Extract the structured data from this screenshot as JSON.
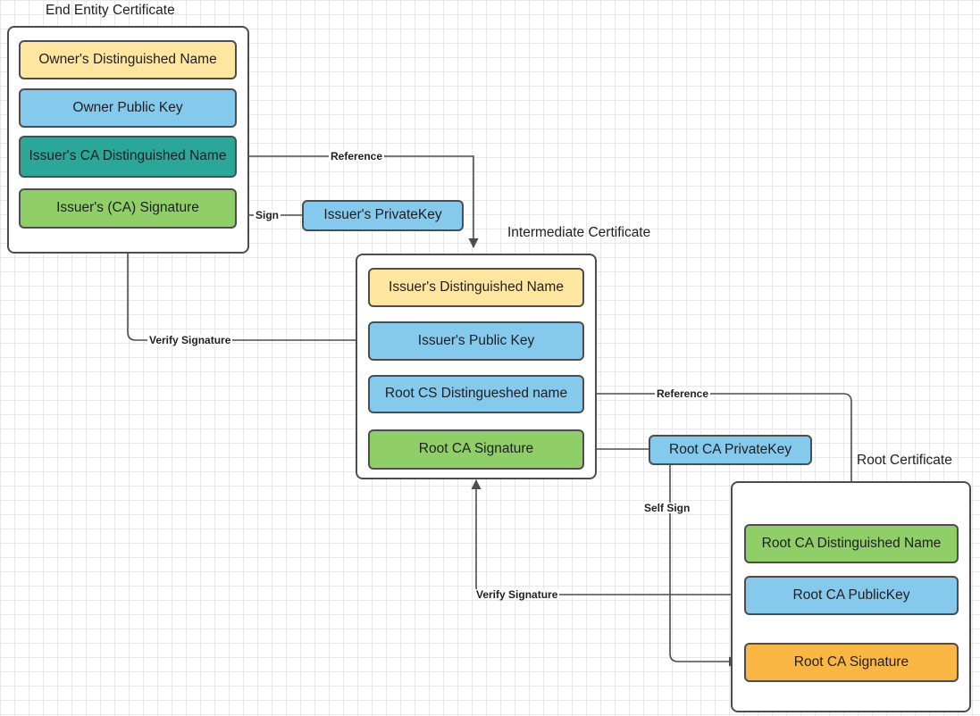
{
  "diagram": {
    "title_hidden": "X.509 Certificate Chain of Trust",
    "colors": {
      "yellow": "#ffe6a0",
      "blue": "#85c9ec",
      "teal": "#2ba79a",
      "green": "#90cf67",
      "orange": "#fbb744",
      "stroke": "#4d4d4d",
      "text": "#1f1f1f",
      "grid_minor": "#e8e8e8",
      "grid_major": "#d0d0d0",
      "canvas": "#ffffff"
    }
  },
  "groups": {
    "end_entity": {
      "title": "End Entity Certificate"
    },
    "intermediate": {
      "title": "Intermediate Certificate"
    },
    "root": {
      "title": "Root Certificate"
    }
  },
  "nodes": {
    "owner_dn": "Owner's Distinguished Name",
    "owner_pub": "Owner Public  Key",
    "issuer_ca_dn": "Issuer's CA Distinguished Name",
    "issuer_ca_sig": "Issuer's (CA) Signature",
    "issuer_privkey": "Issuer's PrivateKey",
    "issuer_dn": "Issuer's Distinguished Name",
    "issuer_pub": "Issuer's Public  Key",
    "root_cs_dn": "Root CS Distingueshed name",
    "root_ca_sig_mid": "Root CA Signature",
    "root_ca_privkey": "Root CA PrivateKey",
    "root_ca_dn": "Root CA Distinguished Name",
    "root_ca_pub": "Root CA PublicKey",
    "root_ca_sig": "Root CA Signature"
  },
  "edge_labels": {
    "reference_top": "Reference",
    "sign": "Sign",
    "verify_signature_top": "Verify Signature",
    "reference_mid": "Reference",
    "self_sign": "Self Sign",
    "verify_signature_bottom": "Verify Signature"
  }
}
